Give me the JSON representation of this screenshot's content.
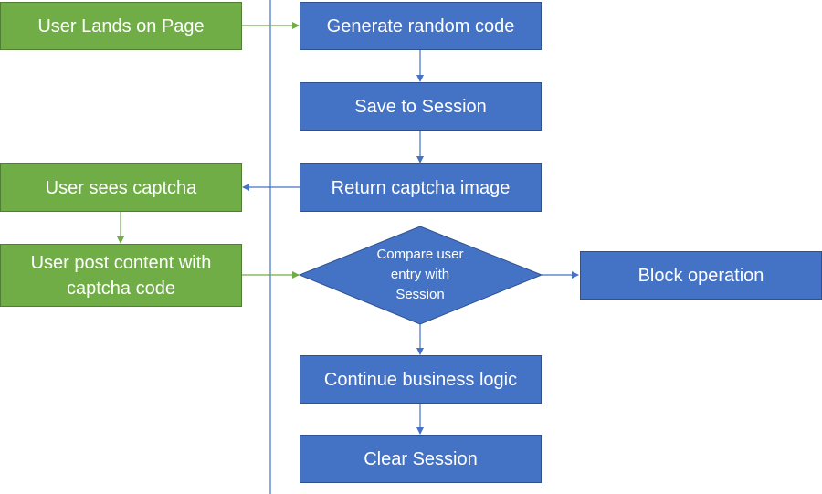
{
  "colors": {
    "green_fill": "#70ad47",
    "blue_fill": "#4472c4",
    "green_line": "#70ad47",
    "blue_line": "#4472c4",
    "divider": "#4472c4"
  },
  "nodes": {
    "user_lands": "User Lands on Page",
    "generate_code": "Generate random code",
    "save_session": "Save to Session",
    "return_image": "Return captcha image",
    "user_sees": "User sees captcha",
    "user_post_line1": "User post content with",
    "user_post_line2": "captcha code",
    "compare_line1": "Compare user",
    "compare_line2": "entry with",
    "compare_line3": "Session",
    "block": "Block operation",
    "continue": "Continue business logic",
    "clear": "Clear Session"
  }
}
